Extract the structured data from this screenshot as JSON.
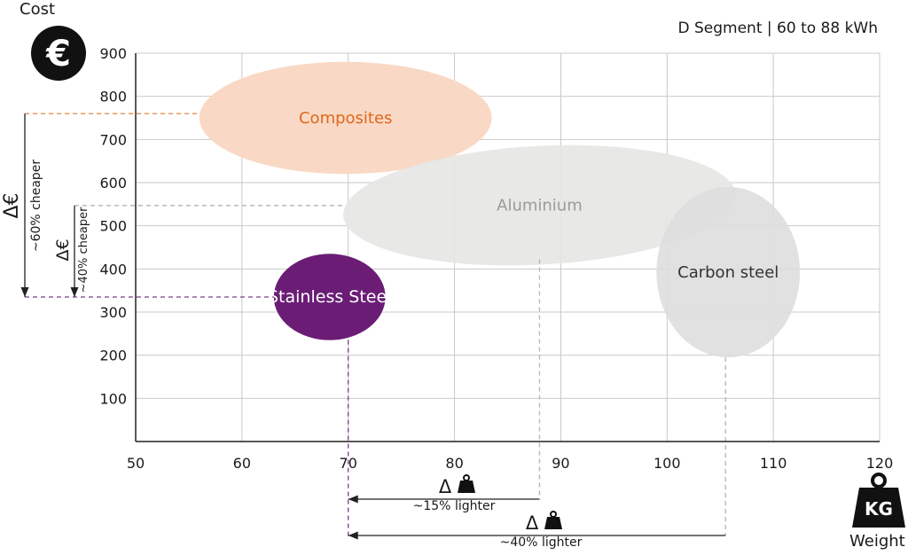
{
  "segment_label": "D Segment | 60 to 88 kWh",
  "y_axis_label": "Cost",
  "x_axis_label": "Weight",
  "icons": {
    "cost": "euro-icon",
    "weight": "kg-weight-icon"
  },
  "colors": {
    "composites": "#f9d9c5",
    "composites_text": "#e0661c",
    "aluminium": "#e6e6e4",
    "aluminium_text": "#9a9a9a",
    "carbon_steel": "#dedede",
    "carbon_steel_text": "#333333",
    "stainless_steel": "#6b1d76",
    "stainless_steel_text": "#ffffff",
    "orange_dash": "#e8803a",
    "purple_dash": "#7a3f8a",
    "grey_dash": "#b5b5b5"
  },
  "chart_data": {
    "type": "scatter",
    "xlim": [
      50,
      120
    ],
    "ylim": [
      0,
      900
    ],
    "x_ticks": [
      50,
      60,
      70,
      80,
      90,
      100,
      110,
      120
    ],
    "y_ticks": [
      100,
      200,
      300,
      400,
      500,
      600,
      700,
      800,
      900
    ],
    "grid": true,
    "series": [
      {
        "name": "Composites",
        "x_range": [
          56,
          83.5
        ],
        "y_range": [
          620,
          880
        ]
      },
      {
        "name": "Aluminium",
        "x_range": [
          69.5,
          106.5
        ],
        "y_range": [
          410,
          685
        ]
      },
      {
        "name": "Carbon steel",
        "x_range": [
          99,
          112.5
        ],
        "y_range": [
          195,
          590
        ]
      },
      {
        "name": "Stainless Steel",
        "x_range": [
          63,
          73.5
        ],
        "y_range": [
          235,
          435
        ]
      }
    ],
    "annotations": {
      "cost_60": {
        "symbol": "Δ€",
        "text": "~60% cheaper",
        "from_y": 760,
        "to_y": 335
      },
      "cost_40": {
        "symbol": "Δ€",
        "text": "~40% cheaper",
        "from_y": 547,
        "to_y": 335
      },
      "weight_15": {
        "symbol": "Δ",
        "text": "~15% lighter",
        "from_x": 88,
        "to_x": 70
      },
      "weight_40": {
        "symbol": "Δ",
        "text": "~40% lighter",
        "from_x": 105.5,
        "to_x": 70
      }
    }
  }
}
